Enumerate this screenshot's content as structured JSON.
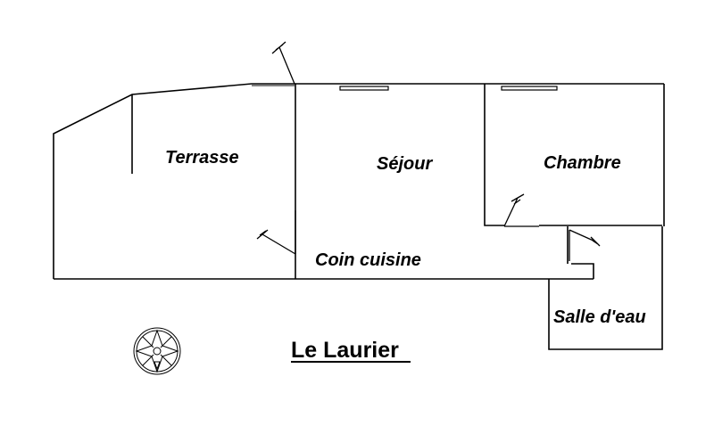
{
  "title": "Le Laurier",
  "rooms": {
    "terrasse": "Terrasse",
    "sejour": "Séjour",
    "chambre": "Chambre",
    "coin_cuisine": "Coin cuisine",
    "salle_eau": "Salle d'eau"
  },
  "icons": {
    "compass": "compass-rose-icon"
  }
}
